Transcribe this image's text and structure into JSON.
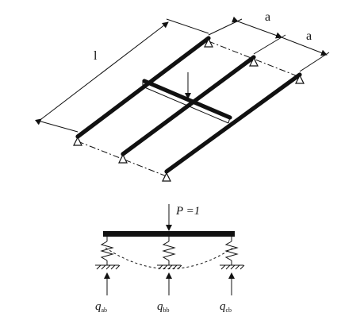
{
  "top_view": {
    "label_span": "l",
    "label_spacing_1": "a",
    "label_spacing_2": "a"
  },
  "bottom_view": {
    "load_label": "P =1",
    "reactions": [
      {
        "symbol": "q",
        "subscript": "ab"
      },
      {
        "symbol": "q",
        "subscript": "bb"
      },
      {
        "symbol": "q",
        "subscript": "cb"
      }
    ]
  }
}
